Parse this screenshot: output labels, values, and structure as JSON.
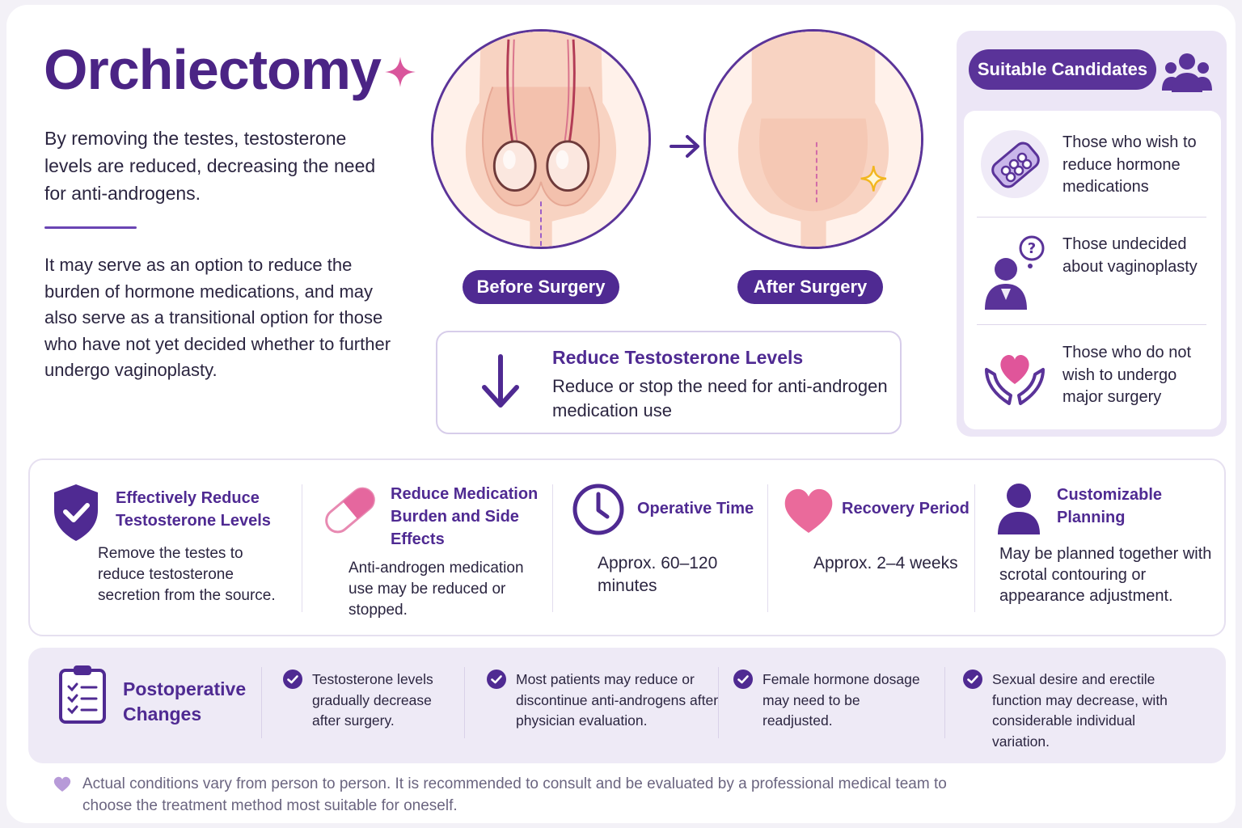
{
  "title": "Orchiectomy",
  "intro": "By removing the testes, testosterone levels are reduced, decreasing the need for anti-androgens.",
  "intro2": "It may serve as an option to reduce the burden of hormone medications, and may also serve as a transitional option for those who have not yet decided whether to further undergo vaginoplasty.",
  "illustration": {
    "before_label": "Before Surgery",
    "after_label": "After Surgery"
  },
  "reduce_box": {
    "title": "Reduce Testosterone Levels",
    "text": "Reduce or stop the need for anti-androgen medication use"
  },
  "candidates": {
    "heading": "Suitable Candidates",
    "items": [
      {
        "icon": "pill-blister-icon",
        "text": "Those who wish to reduce hormone medications"
      },
      {
        "icon": "question-person-icon",
        "text": "Those undecided about vaginoplasty"
      },
      {
        "icon": "heart-hands-icon",
        "text": "Those who do not wish to undergo major surgery"
      }
    ]
  },
  "features": [
    {
      "icon": "shield-check-icon",
      "title": "Effectively Reduce Testosterone Levels",
      "text": "Remove the testes to reduce testosterone secretion from the source."
    },
    {
      "icon": "capsule-icon",
      "title": "Reduce Medication Burden and Side Effects",
      "text": "Anti-androgen medication use may be reduced or stopped."
    },
    {
      "icon": "clock-icon",
      "title": "Operative Time",
      "text": "Approx. 60–120 minutes"
    },
    {
      "icon": "heart-icon",
      "title": "Recovery Period",
      "text": "Approx. 2–4 weeks"
    },
    {
      "icon": "person-icon",
      "title": "Customizable Planning",
      "text": "May be planned together with scrotal contouring or appearance adjustment."
    }
  ],
  "postop": {
    "title": "Postoperative Changes",
    "items": [
      "Testosterone levels gradually decrease after surgery.",
      "Most patients may reduce or discontinue anti-androgens after physician evaluation.",
      "Female hormone dosage may need to be readjusted.",
      "Sexual desire and erectile function may decrease, with considerable individual variation."
    ]
  },
  "footer": "Actual conditions vary from person to person. It is recommended to consult and be evaluated by a professional medical team to choose the treatment method most suitable for oneself.",
  "colors": {
    "primary": "#4f2a92",
    "accent_pink": "#e0559a",
    "panel": "#ece6f6",
    "sparkle_gold": "#f2b620"
  }
}
